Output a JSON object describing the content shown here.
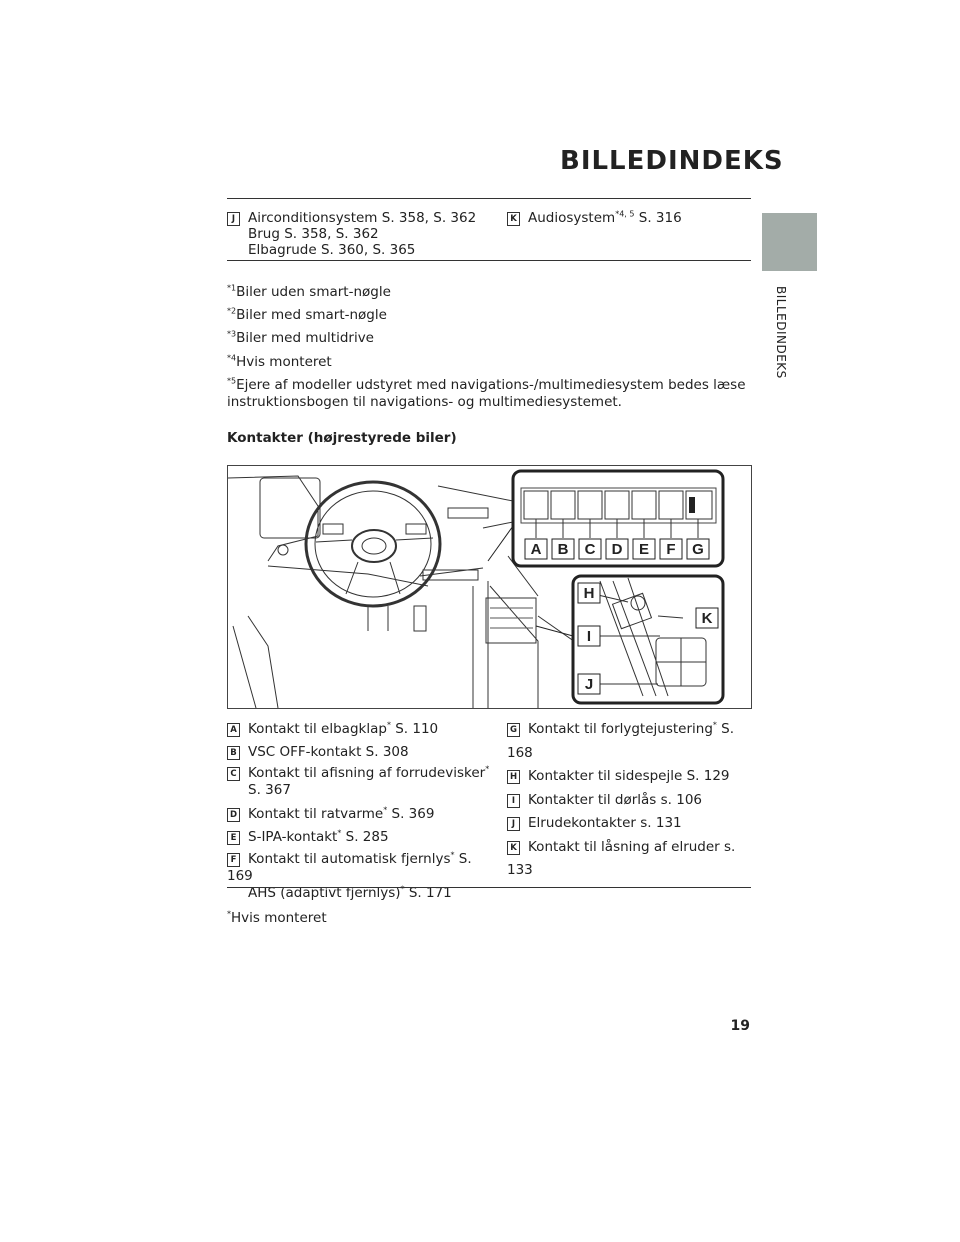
{
  "header": {
    "title": "BILLEDINDEKS",
    "side_tab_label": "BILLEDINDEKS"
  },
  "top_table": {
    "left": {
      "key": "J",
      "lines": [
        "Airconditionsystem S. 358, S. 362",
        "Brug S. 358, S. 362",
        "Elbagrude S. 360, S. 365"
      ]
    },
    "right": {
      "key": "K",
      "label": "Audiosystem",
      "sup": "*4, 5",
      "ref": " S. 316"
    }
  },
  "footnotes": [
    {
      "sup": "*1",
      "text": "Biler uden smart-nøgle"
    },
    {
      "sup": "*2",
      "text": "Biler med smart-nøgle"
    },
    {
      "sup": "*3",
      "text": "Biler med multidrive"
    },
    {
      "sup": "*4",
      "text": "Hvis monteret"
    },
    {
      "sup": "*5",
      "text": "Ejere af modeller udstyret med navigations-/multimediesystem bedes læse"
    },
    {
      "sup": "",
      "text": "instruktionsbogen til navigations- og multimediesystemet."
    }
  ],
  "section_heading": "Kontakter (højrestyrede biler)",
  "figure": {
    "callouts_top": [
      "A",
      "B",
      "C",
      "D",
      "E",
      "F",
      "G"
    ],
    "callouts_right": [
      "H",
      "I",
      "J",
      "K"
    ]
  },
  "legend_left": [
    {
      "key": "A",
      "pre": "Kontakt til elbagklap",
      "sup": "*",
      "post": " S. 110"
    },
    {
      "key": "B",
      "pre": "VSC OFF-kontakt S. 308",
      "sup": "",
      "post": ""
    },
    {
      "key": "C",
      "pre": "Kontakt til afisning af forrudevisker",
      "sup": "*",
      "post": ""
    },
    {
      "key": "",
      "pre": "S. 367",
      "sup": "",
      "post": ""
    },
    {
      "key": "D",
      "pre": "Kontakt til ratvarme",
      "sup": "*",
      "post": " S. 369"
    },
    {
      "key": "E",
      "pre": "S-IPA-kontakt",
      "sup": "*",
      "post": " S. 285"
    },
    {
      "key": "F",
      "pre": "Kontakt til automatisk fjernlys",
      "sup": "*",
      "post": " S. 169"
    },
    {
      "key": "",
      "pre": "AHS (adaptivt fjernlys)",
      "sup": "*",
      "post": " S. 171"
    }
  ],
  "legend_right": [
    {
      "key": "G",
      "pre": "Kontakt til forlygtejustering",
      "sup": "*",
      "post": " S. 168"
    },
    {
      "key": "H",
      "pre": "Kontakter til sidespejle S. 129",
      "sup": "",
      "post": ""
    },
    {
      "key": "I",
      "pre": "Kontakter til dørlås s. 106",
      "sup": "",
      "post": ""
    },
    {
      "key": "J",
      "pre": "Elrudekontakter s. 131",
      "sup": "",
      "post": ""
    },
    {
      "key": "K",
      "pre": "Kontakt til låsning af elruder s. 133",
      "sup": "",
      "post": ""
    }
  ],
  "bottom_note": {
    "sup": "*",
    "text": "Hvis monteret"
  },
  "page_number": "19"
}
